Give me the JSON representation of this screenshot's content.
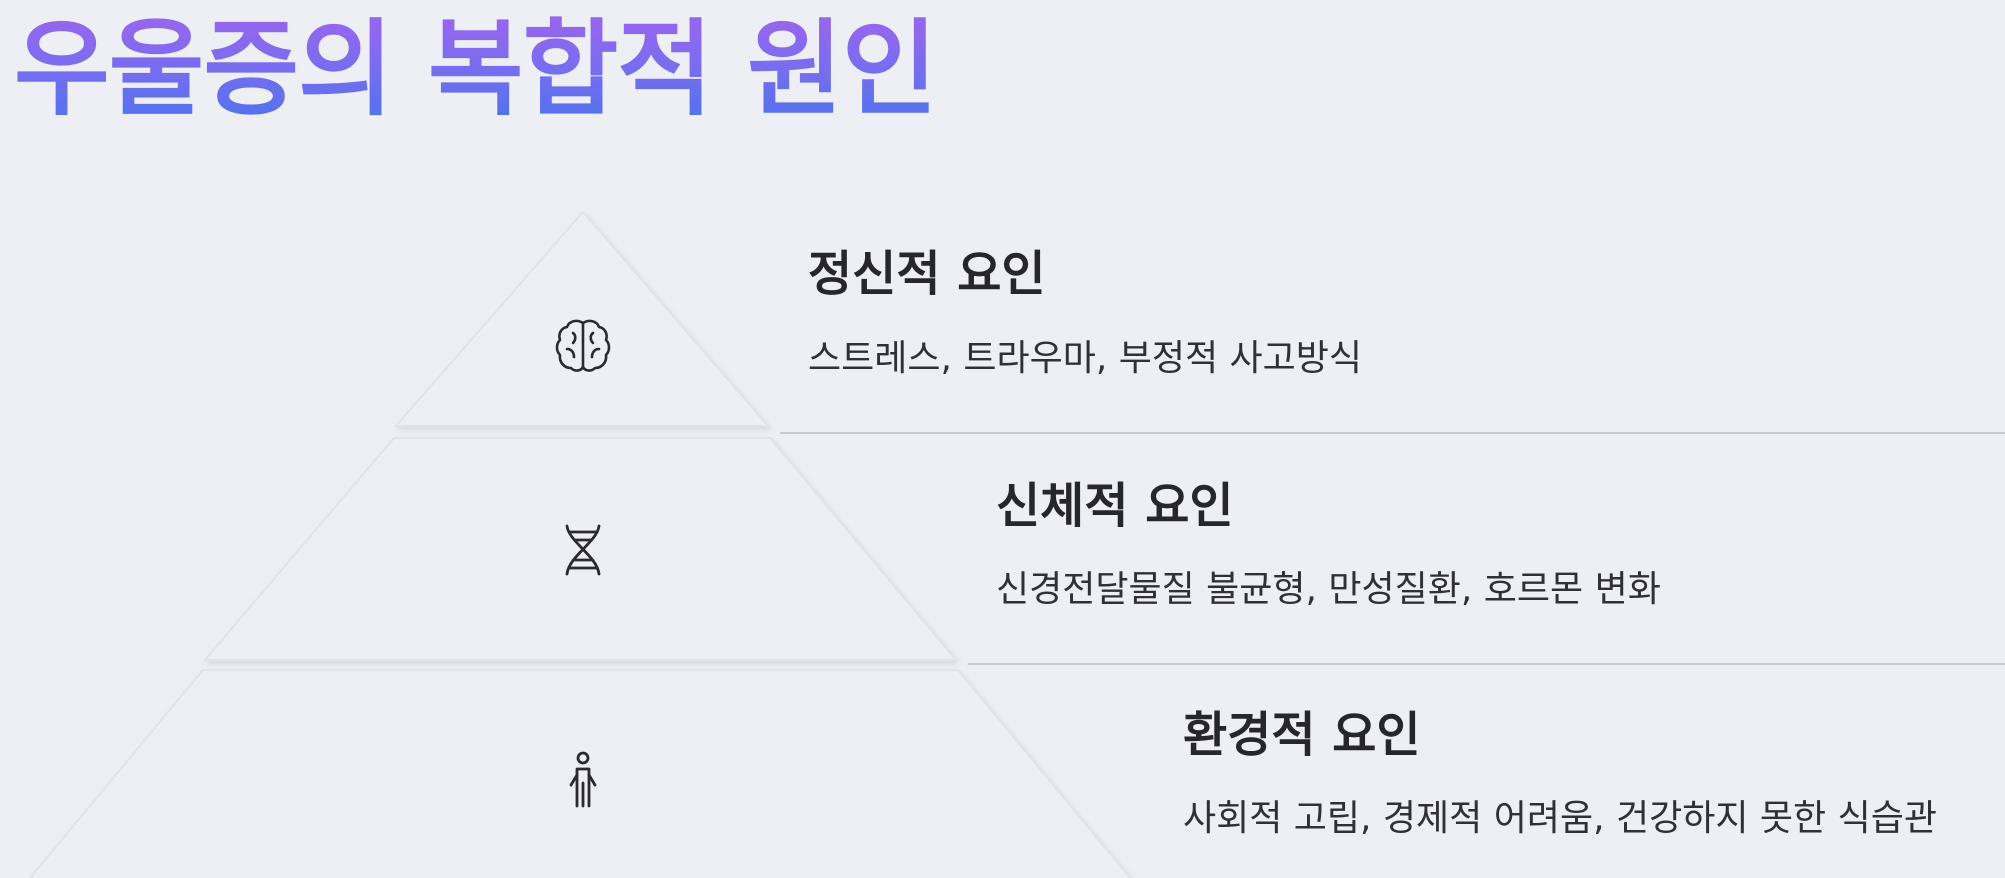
{
  "title": "우울증의 복합적 원인",
  "tiers": [
    {
      "heading": "정신적 요인",
      "description": "스트레스, 트라우마, 부정적 사고방식",
      "icon": "brain-icon"
    },
    {
      "heading": "신체적 요인",
      "description": "신경전달물질 불균형, 만성질환, 호르몬 변화",
      "icon": "dna-icon"
    },
    {
      "heading": "환경적 요인",
      "description": "사회적 고립, 경제적 어려움, 건강하지 못한 식습관",
      "icon": "person-icon"
    }
  ],
  "colors": {
    "background": "#eeeff4",
    "title_gradient_top": "#9d64f0",
    "title_gradient_bottom": "#4a73ef",
    "divider": "#c8c8d2",
    "text": "#26262c"
  }
}
